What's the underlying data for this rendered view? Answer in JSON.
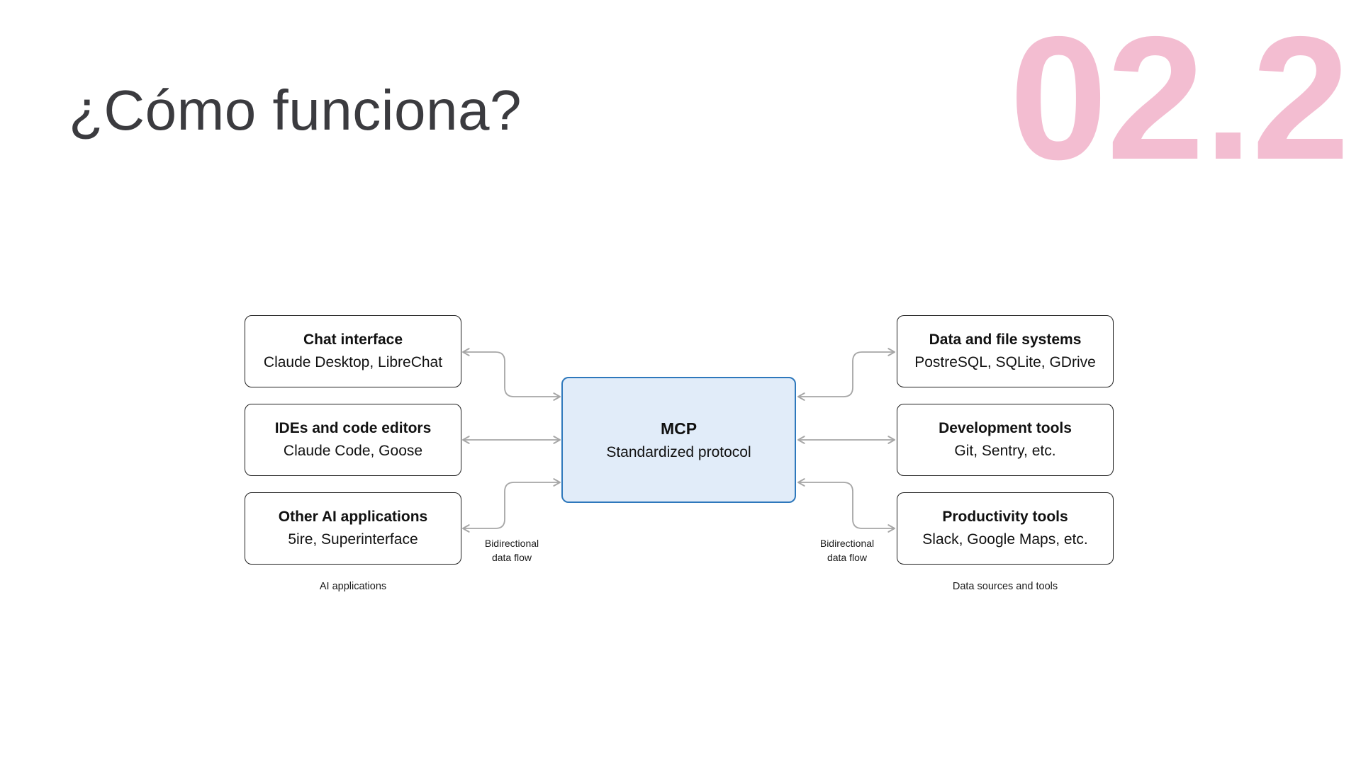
{
  "slide": {
    "title": "¿Cómo funciona?",
    "section_number": "02.2"
  },
  "diagram": {
    "left_group": {
      "caption": "AI applications",
      "boxes": [
        {
          "title": "Chat interface",
          "subtitle": "Claude Desktop, LibreChat"
        },
        {
          "title": "IDEs and code editors",
          "subtitle": "Claude Code, Goose"
        },
        {
          "title": "Other AI applications",
          "subtitle": "5ire, Superinterface"
        }
      ]
    },
    "center": {
      "title": "MCP",
      "subtitle": "Standardized protocol"
    },
    "right_group": {
      "caption": "Data sources and tools",
      "boxes": [
        {
          "title": "Data and file systems",
          "subtitle": "PostreSQL, SQLite, GDrive"
        },
        {
          "title": "Development tools",
          "subtitle": "Git, Sentry, etc."
        },
        {
          "title": "Productivity tools",
          "subtitle": "Slack, Google Maps, etc."
        }
      ]
    },
    "flow_labels": {
      "left": {
        "line1": "Bidirectional",
        "line2": "data flow"
      },
      "right": {
        "line1": "Bidirectional",
        "line2": "data flow"
      }
    }
  },
  "colors": {
    "background": "#ffffff",
    "title_text": "#3b3b3f",
    "section_number_pink": "#f3bdd1",
    "box_border": "#1f1f1f",
    "box_text": "#111111",
    "mcp_fill": "#e1ecf9",
    "mcp_border": "#2e78bc",
    "arrow_gray": "#a6a6a6",
    "caption_text": "#1a1a1a"
  }
}
